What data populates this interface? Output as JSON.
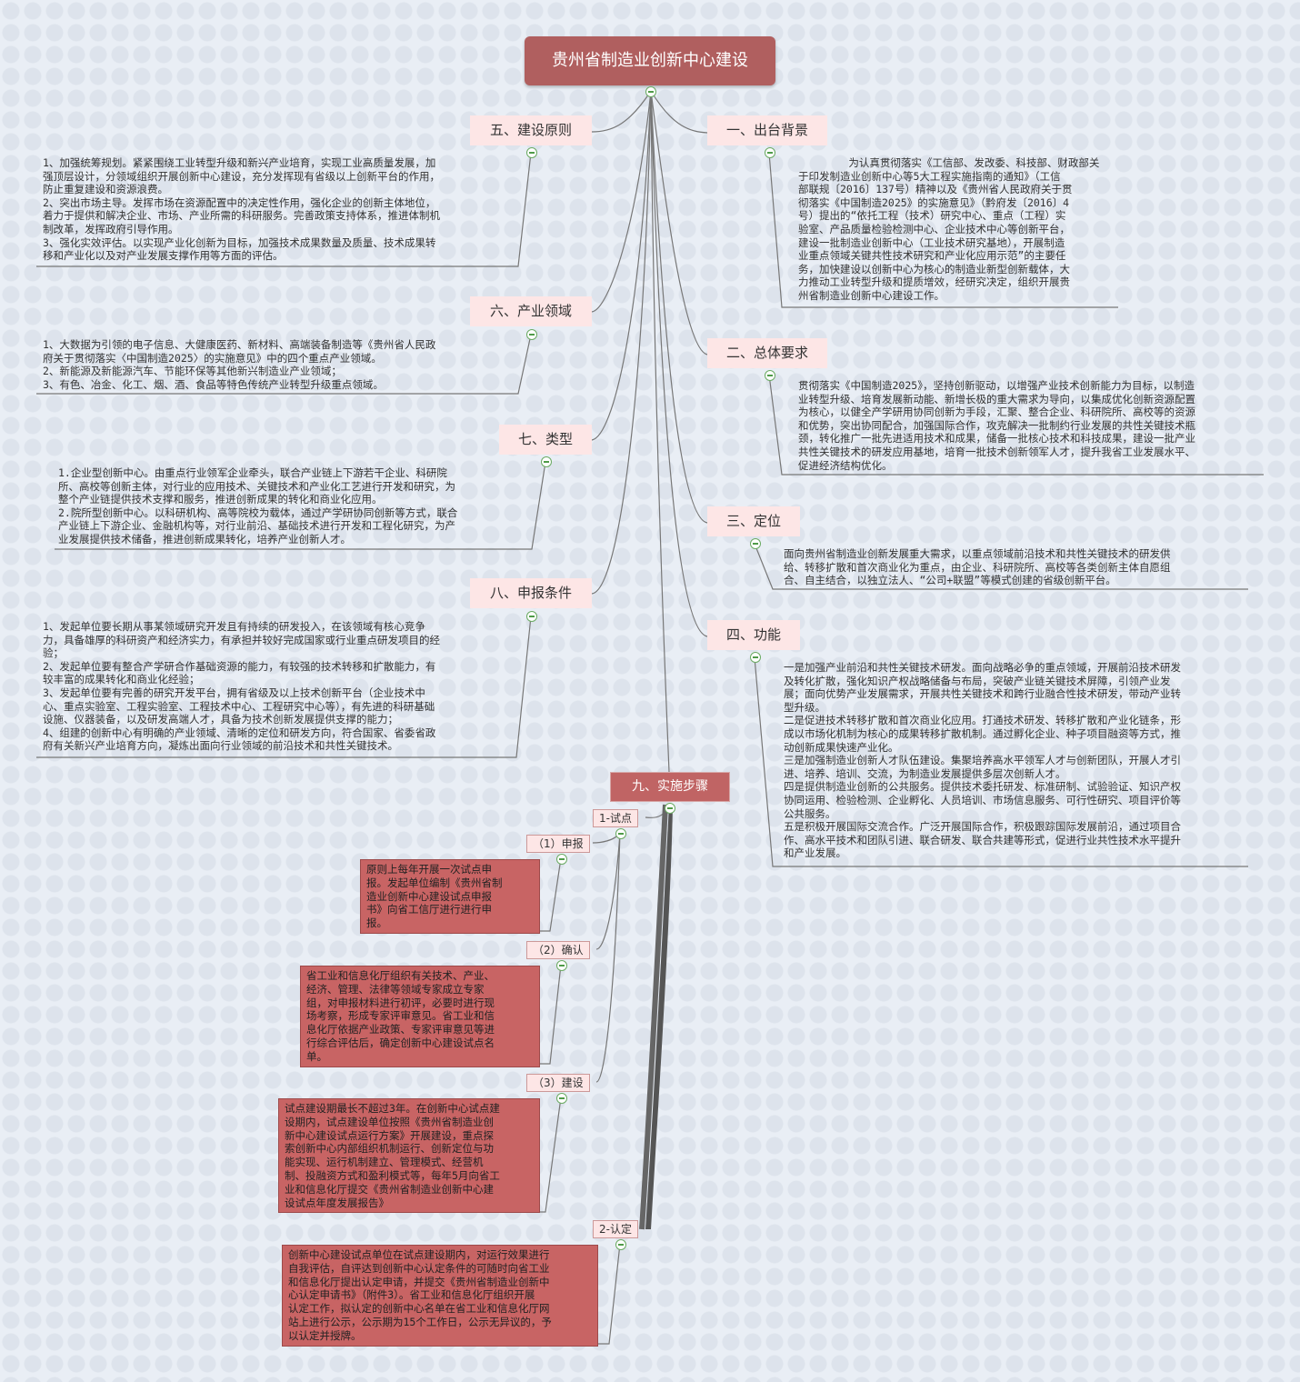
{
  "root": "贵州省制造业创新中心建设",
  "topics": {
    "t1": {
      "label": "一、出台背景",
      "text": "        为认真贯彻落实《工信部、发改委、科技部、财政部关\n于印发制造业创新中心等5大工程实施指南的通知》（工信\n部联规〔2016〕137号）精神以及《贵州省人民政府关于贯\n彻落实《中国制造2025》的实施意见》（黔府发〔2016〕4\n号）提出的“依托工程（技术）研究中心、重点（工程）实\n验室、产品质量检验检测中心、企业技术中心等创新平台，\n建设一批制造业创新中心（工业技术研究基地），开展制造\n业重点领域关键共性技术研究和产业化应用示范”的主要任\n务，加快建设以创新中心为核心的制造业新型创新载体，大\n力推动工业转型升级和提质增效，经研究决定，组织开展贵\n州省制造业创新中心建设工作。"
    },
    "t2": {
      "label": "二、总体要求",
      "text": "贯彻落实《中国制造2025》，坚持创新驱动，以增强产业技术创新能力为目标，以制造\n业转型升级、培育发展新动能、新增长极的重大需求为导向，以集成优化创新资源配置\n为核心，以健全产学研用协同创新为手段，汇聚、整合企业、科研院所、高校等的资源\n和优势，突出协同配合，加强国际合作，攻克解决一批制约行业发展的共性关键技术瓶\n颈，转化推广一批先进适用技术和成果，储备一批核心技术和科技成果，建设一批产业\n共性关键技术的研发应用基地，培育一批技术创新领军人才，提升我省工业发展水平、\n促进经济结构优化。"
    },
    "t3": {
      "label": "三、定位",
      "text": "面向贵州省制造业创新发展重大需求，以重点领域前沿技术和共性关键技术的研发供\n给、转移扩散和首次商业化为重点，由企业、科研院所、高校等各类创新主体自愿组\n合、自主结合，以独立法人、“公司+联盟”等模式创建的省级创新平台。"
    },
    "t4": {
      "label": "四、功能",
      "text": "一是加强产业前沿和共性关键技术研发。面向战略必争的重点领域，开展前沿技术研发\n及转化扩散，强化知识产权战略储备与布局，突破产业链关键技术屏障，引领产业发\n展；面向优势产业发展需求，开展共性关键技术和跨行业融合性技术研发，带动产业转\n型升级。\n二是促进技术转移扩散和首次商业化应用。打通技术研发、转移扩散和产业化链条，形\n成以市场化机制为核心的成果转移扩散机制。通过孵化企业、种子项目融资等方式，推\n动创新成果快速产业化。\n三是加强制造业创新人才队伍建设。集聚培养高水平领军人才与创新团队，开展人才引\n进、培养、培训、交流，为制造业发展提供多层次创新人才。\n四是提供制造业创新的公共服务。提供技术委托研发、标准研制、试验验证、知识产权\n协同运用、检验检测、企业孵化、人员培训、市场信息服务、可行性研究、项目评价等\n公共服务。\n五是积极开展国际交流合作。广泛开展国际合作，积极跟踪国际发展前沿，通过项目合\n作、高水平技术和团队引进、联合研发、联合共建等形式，促进行业共性技术水平提升\n和产业发展。"
    },
    "t5": {
      "label": "五、建设原则",
      "text": "1、加强统筹规划。紧紧围绕工业转型升级和新兴产业培育，实现工业高质量发展，加\n强顶层设计，分领域组织开展创新中心建设，充分发挥现有省级以上创新平台的作用，\n防止重复建设和资源浪费。\n2、突出市场主导。发挥市场在资源配置中的决定性作用，强化企业的创新主体地位，\n着力于提供和解决企业、市场、产业所需的科研服务。完善政策支持体系，推进体制机\n制改革，发挥政府引导作用。\n3、强化实效评估。以实现产业化创新为目标，加强技术成果数量及质量、技术成果转\n移和产业化以及对产业发展支撑作用等方面的评估。"
    },
    "t6": {
      "label": "六、产业领域",
      "text": "1、大数据为引领的电子信息、大健康医药、新材料、高端装备制造等《贵州省人民政\n府关于贯彻落实〈中国制造2025〉的实施意见》中的四个重点产业领域。\n2、新能源及新能源汽车、节能环保等其他新兴制造业产业领域；\n3、有色、冶金、化工、烟、酒、食品等特色传统产业转型升级重点领域。"
    },
    "t7": {
      "label": "七、类型",
      "text": "1.企业型创新中心。由重点行业领军企业牵头，联合产业链上下游若干企业、科研院\n所、高校等创新主体，对行业的应用技术、关键技术和产业化工艺进行开发和研究，为\n整个产业链提供技术支撑和服务，推进创新成果的转化和商业化应用。\n2.院所型创新中心。以科研机构、高等院校为载体，通过产学研协同创新等方式，联合\n产业链上下游企业、金融机构等，对行业前沿、基础技术进行开发和工程化研究，为产\n业发展提供技术储备，推进创新成果转化，培养产业创新人才。"
    },
    "t8": {
      "label": "八、申报条件",
      "text": "1、发起单位要长期从事某领域研究开发且有持续的研发投入，在该领域有核心竞争\n力，具备雄厚的科研资产和经济实力，有承担并较好完成国家或行业重点研发项目的经\n验；\n2、发起单位要有整合产学研合作基础资源的能力，有较强的技术转移和扩散能力，有\n较丰富的成果转化和商业化经验；\n3、发起单位要有完善的研究开发平台，拥有省级及以上技术创新平台（企业技术中\n心、重点实验室、工程实验室、工程技术中心、工程研究中心等），有先进的科研基础\n设施、仪器装备，以及研发高端人才，具备为技术创新发展提供支撑的能力；\n4、组建的创新中心有明确的产业领域、清晰的定位和研发方向，符合国家、省委省政\n府有关新兴产业培育方向，凝炼出面向行业领域的前沿技术和共性关键技术。"
    }
  },
  "steps": {
    "label": "九、实施步骤",
    "pilot": "1-试点",
    "apply_label": "（1）申报",
    "apply_text": "原则上每年开展一次试点申\n报。发起单位编制《贵州省制\n造业创新中心建设试点申报\n书》向省工信厅进行进行申\n报。",
    "confirm_label": "（2）确认",
    "confirm_text": "省工业和信息化厅组织有关技术、产业、\n经济、管理、法律等领域专家成立专家\n组，对申报材料进行初评，必要时进行现\n场考察，形成专家评审意见。省工业和信\n息化厅依据产业政策、专家评审意见等进\n行综合评估后，确定创新中心建设试点名\n单。",
    "build_label": "（3）建设",
    "build_text": "试点建设期最长不超过3年。在创新中心试点建\n设期内，试点建设单位按照《贵州省制造业创\n新中心建设试点运行方案》开展建设，重点探\n索创新中心内部组织机制运行、创新定位与功\n能实现、运行机制建立、管理模式、经营机\n制、投融资方式和盈利模式等，每年5月向省工\n业和信息化厅提交《贵州省制造业创新中心建\n设试点年度发展报告》",
    "recognize": "2-认定",
    "recognize_text": "创新中心建设试点单位在试点建设期内，对运行效果进行\n自我评估，自评达到创新中心认定条件的可随时向省工业\n和信息化厅提出认定申请，并提交《贵州省制造业创新中\n心认定申请书》（附件3）。省工业和信息化厅组织开展\n认定工作，拟认定的创新中心名单在省工业和信息化厅网\n站上进行公示，公示期为15个工作日，公示无异议的，予\n以认定并授牌。"
  }
}
